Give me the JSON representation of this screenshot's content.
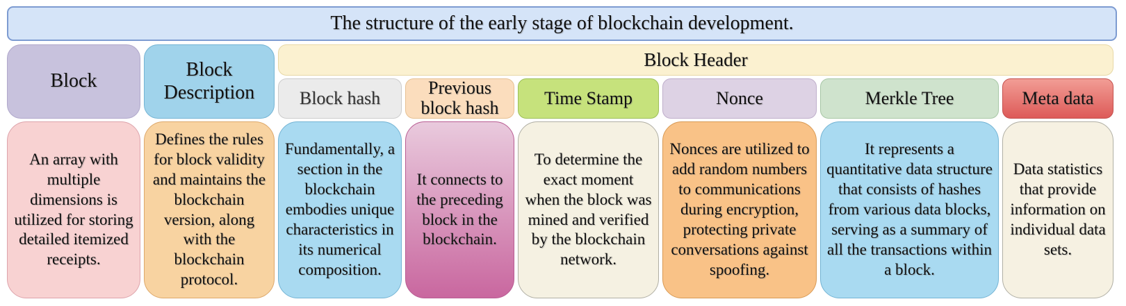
{
  "title": "The structure of the early stage of blockchain development.",
  "block_header_label": "Block Header",
  "columns": [
    {
      "header": "Block",
      "body": "An array with multiple dimensions is utilized for storing detailed itemized receipts."
    },
    {
      "header": "Block Description",
      "body": "Defines the rules for block validity and maintains the blockchain version, along with the blockchain protocol."
    },
    {
      "header": "Block hash",
      "body": "Fundamentally, a section in the blockchain embodies unique characteristics in its numerical composition."
    },
    {
      "header": "Previous block hash",
      "body": "It connects to the preceding block in the blockchain."
    },
    {
      "header": "Time Stamp",
      "body": "To determine the exact moment when the block was mined and verified by the blockchain network."
    },
    {
      "header": "Nonce",
      "body": "Nonces are utilized to add random numbers to communications during encryption, protecting private conversations against spoofing."
    },
    {
      "header": "Merkle Tree",
      "body": "It represents a quantitative data structure that consists of hashes from various data blocks, serving as a summary of all the transactions within a block."
    },
    {
      "header": "Meta data",
      "body": "Data statistics that provide information on individual data sets."
    }
  ],
  "colors": {
    "title_bg": "#d5e4f8",
    "title_border": "#7d9bd1",
    "block_header_bg": "#fbf1d0",
    "header_block_bg": "#c8c2dd",
    "header_block_description_bg": "#a0d3eb",
    "header_block_hash_bg": "#ebebeb",
    "header_previous_block_hash_bg": "#fbddbd",
    "header_time_stamp_bg": "#c6e27c",
    "header_nonce_bg": "#ddd2e4",
    "header_merkle_tree_bg": "#cfe3cd",
    "header_meta_data_bg_top": "#f29d95",
    "header_meta_data_bg_bottom": "#dd5a58",
    "body_block_bg": "#f8d2d2",
    "body_block_description_bg": "#f8d3a1",
    "body_block_hash_bg": "#a9daf1",
    "body_previous_block_hash_bg_top": "#e9cadd",
    "body_previous_block_hash_bg_bottom": "#c9679f",
    "body_time_stamp_bg": "#f5f1e2",
    "body_nonce_bg": "#f9c287",
    "body_merkle_tree_bg": "#a9daf1",
    "body_meta_data_bg": "#f6f1e2"
  }
}
